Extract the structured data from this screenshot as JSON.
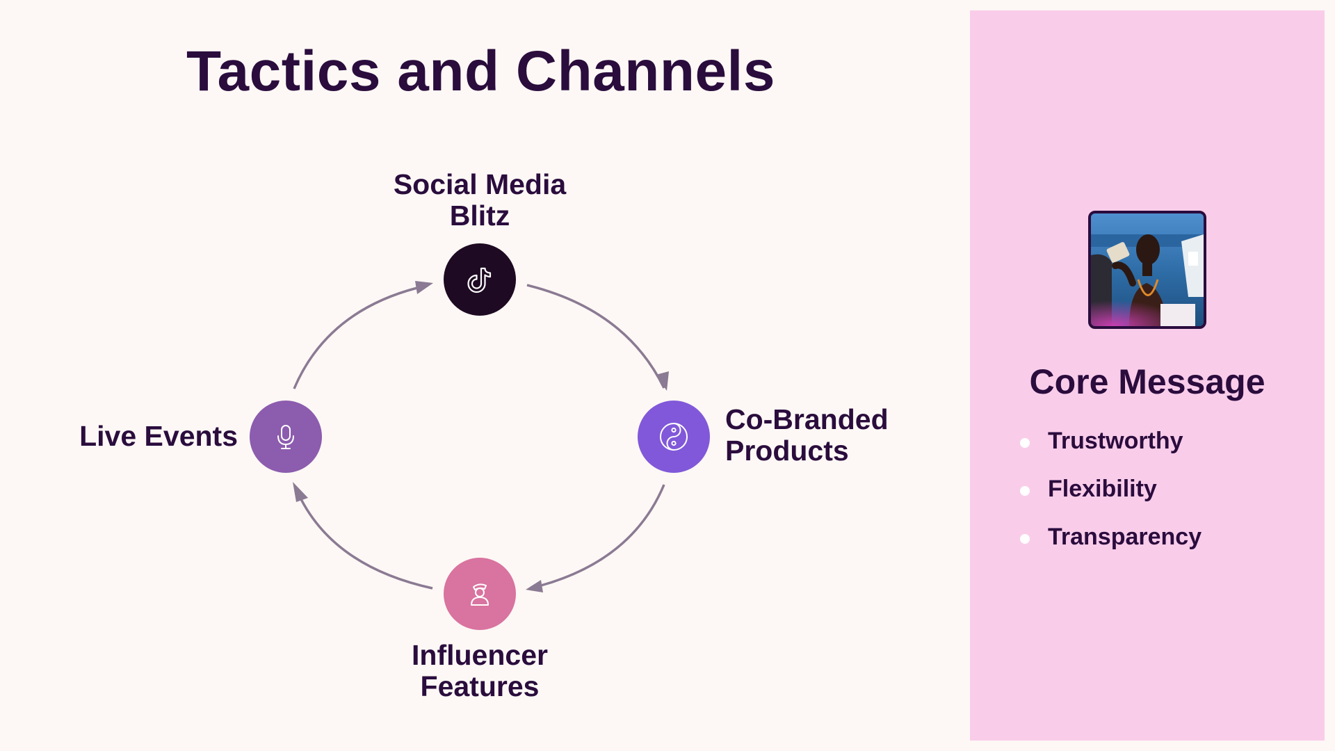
{
  "slide": {
    "title": "Tactics and Channels"
  },
  "cycle": {
    "nodes": [
      {
        "id": "social",
        "lines": [
          "Social Media",
          "Blitz"
        ],
        "icon": "tiktok-icon",
        "color": "#1e0a22"
      },
      {
        "id": "cobranded",
        "lines": [
          "Co-Branded",
          "Products"
        ],
        "icon": "yin-yang-icon",
        "color": "#8158d9"
      },
      {
        "id": "influencer",
        "lines": [
          "Influencer",
          "Features"
        ],
        "icon": "influencer-person-icon",
        "color": "#d9739f"
      },
      {
        "id": "live",
        "lines": [
          "Live Events"
        ],
        "icon": "microphone-icon",
        "color": "#8c5cae"
      }
    ],
    "arrow_color": "#8b7a93"
  },
  "panel": {
    "title": "Core Message",
    "bullets": [
      "Trustworthy",
      "Flexibility",
      "Transparency"
    ],
    "background": "#f9cdea",
    "image": "portrait-photo"
  }
}
